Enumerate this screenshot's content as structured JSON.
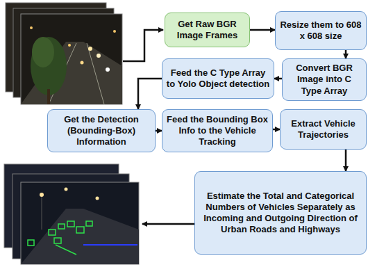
{
  "diagram": {
    "nodes": [
      {
        "text": [
          "Get Raw BGR Image Frames"
        ]
      },
      {
        "text": [
          "Resize them to 608 x 608 size"
        ]
      },
      {
        "text": [
          "Convert BGR Image into C Type Array"
        ]
      },
      {
        "text": [
          "Feed the C Type Array to Yolo Object detection"
        ]
      },
      {
        "text": [
          "Get the Detection (Bounding-Box) Information"
        ]
      },
      {
        "text": [
          "Feed the Bounding Box Info to the Vehicle Tracking"
        ]
      },
      {
        "text": [
          "Extract Vehicle Trajectories"
        ]
      },
      {
        "text": [
          "Estimate the Total and Categorical Numbers of Vehicles Separately as Incoming and Outgoing Direction of Urban Roads and Highways"
        ]
      }
    ],
    "edges": [
      {
        "from": 0,
        "to": 1,
        "arrow": "to"
      },
      {
        "from": 1,
        "to": 2,
        "arrow": "to"
      },
      {
        "from": 2,
        "to": 3,
        "arrow": "to"
      },
      {
        "from": 3,
        "to": 4,
        "arrow": "to"
      },
      {
        "from": 4,
        "to": 5,
        "arrow": "to"
      },
      {
        "from": 5,
        "to": 6,
        "arrow": "to"
      },
      {
        "from": 6,
        "to": 7,
        "arrow": "to"
      }
    ]
  }
}
